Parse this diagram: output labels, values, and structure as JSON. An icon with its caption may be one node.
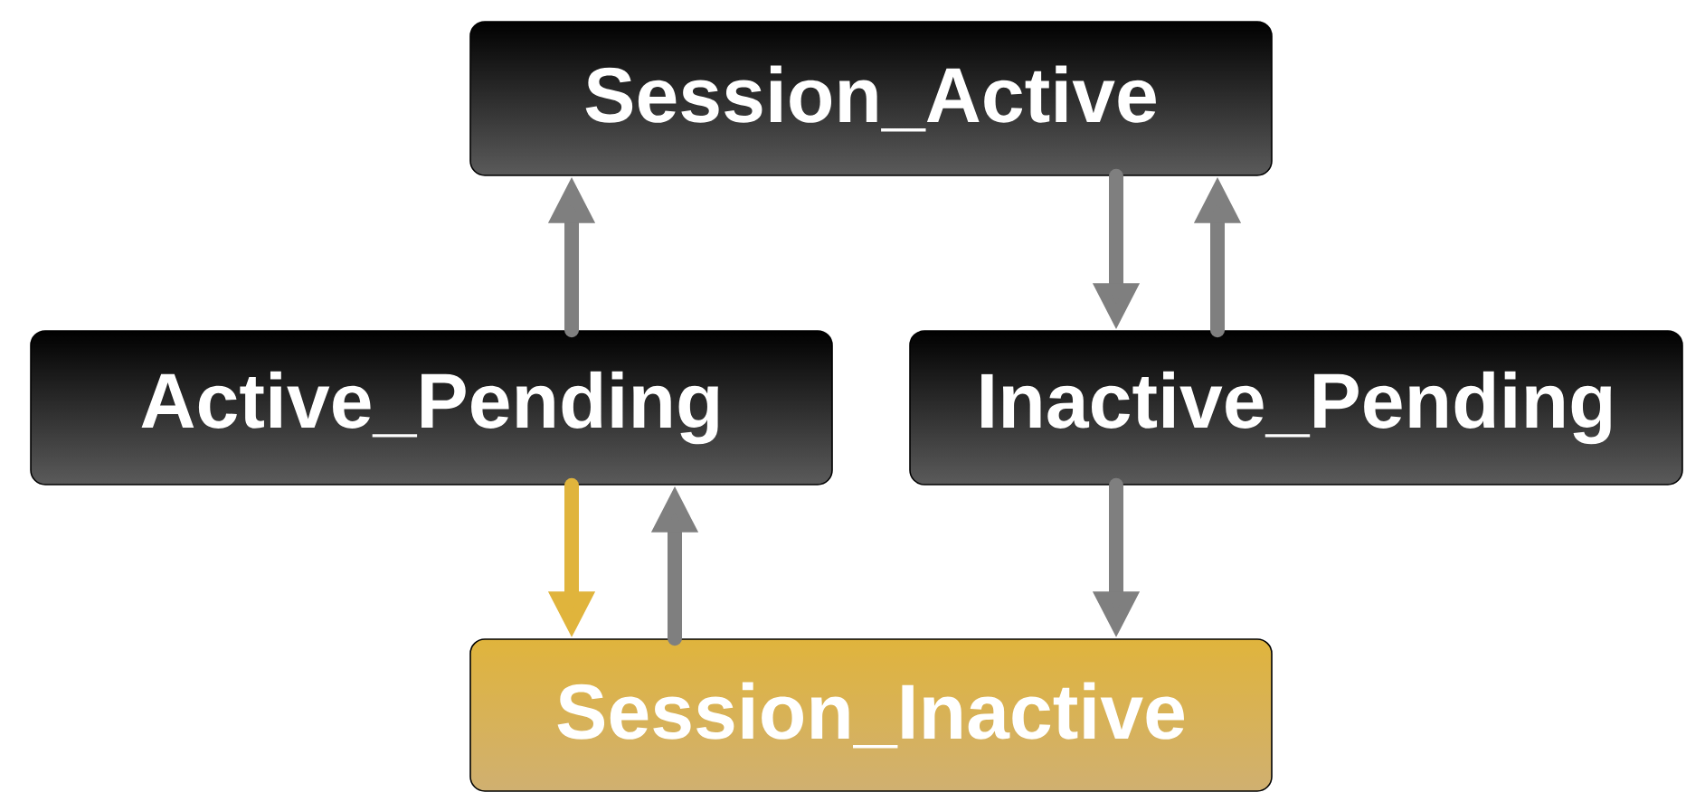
{
  "diagram": {
    "nodes": [
      {
        "text": [
          "Session_Active"
        ]
      },
      {
        "text": [
          "Active_Pending"
        ]
      },
      {
        "text": [
          "Inactive_Pending"
        ]
      },
      {
        "text": [
          "Session_Inactive"
        ]
      }
    ],
    "edges": [
      {
        "from": 1,
        "to": 0,
        "arrow": "to"
      },
      {
        "from": 0,
        "to": 2,
        "arrow": "to"
      },
      {
        "from": 2,
        "to": 0,
        "arrow": "to"
      },
      {
        "from": 1,
        "to": 3,
        "arrow": "to",
        "color": "#e0b43c"
      },
      {
        "from": 3,
        "to": 1,
        "arrow": "to"
      },
      {
        "from": 2,
        "to": 3,
        "arrow": "to"
      }
    ]
  }
}
